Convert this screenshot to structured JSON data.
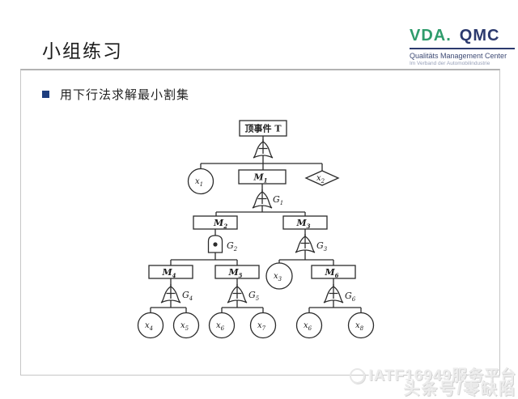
{
  "header": {
    "title": "小组练习",
    "logo": {
      "vda": "VDA.",
      "qmc": "QMC",
      "subtitle1": "Qualitäts Management Center",
      "subtitle2": "Im Verband der Automobilindustrie"
    }
  },
  "bullet": {
    "text": "用下行法求解最小割集"
  },
  "diagram": {
    "top_event": {
      "label": "顶事件 T"
    },
    "gates": {
      "t": {
        "type": "or",
        "symbol": "+"
      },
      "g1": {
        "name": "G",
        "sub": "1",
        "type": "or",
        "symbol": "+"
      },
      "g2": {
        "name": "G",
        "sub": "2",
        "type": "and",
        "symbol": "·"
      },
      "g3": {
        "name": "G",
        "sub": "3",
        "type": "or",
        "symbol": "+"
      },
      "g4": {
        "name": "G",
        "sub": "4",
        "type": "or",
        "symbol": "+"
      },
      "g5": {
        "name": "G",
        "sub": "5",
        "type": "or",
        "symbol": "+"
      },
      "g6": {
        "name": "G",
        "sub": "6",
        "type": "or",
        "symbol": "+"
      }
    },
    "events": {
      "m1": {
        "main": "M",
        "sub": "1"
      },
      "m2": {
        "main": "M",
        "sub": "2"
      },
      "m3": {
        "main": "M",
        "sub": "3"
      },
      "m4": {
        "main": "M",
        "sub": "4"
      },
      "m5": {
        "main": "M",
        "sub": "5"
      },
      "m6": {
        "main": "M",
        "sub": "6"
      },
      "x1": {
        "main": "x",
        "sub": "1"
      },
      "x2": {
        "main": "x",
        "sub": "2"
      },
      "x3": {
        "main": "x",
        "sub": "3"
      },
      "x4": {
        "main": "x",
        "sub": "4"
      },
      "x5": {
        "main": "x",
        "sub": "5"
      },
      "x6a": {
        "main": "x",
        "sub": "6"
      },
      "x7": {
        "main": "x",
        "sub": "7"
      },
      "x6b": {
        "main": "x",
        "sub": "6"
      },
      "x8": {
        "main": "x",
        "sub": "8"
      }
    }
  },
  "watermark": {
    "line1": "IATF16949服务平台",
    "line2": "头条号/零缺陷"
  }
}
